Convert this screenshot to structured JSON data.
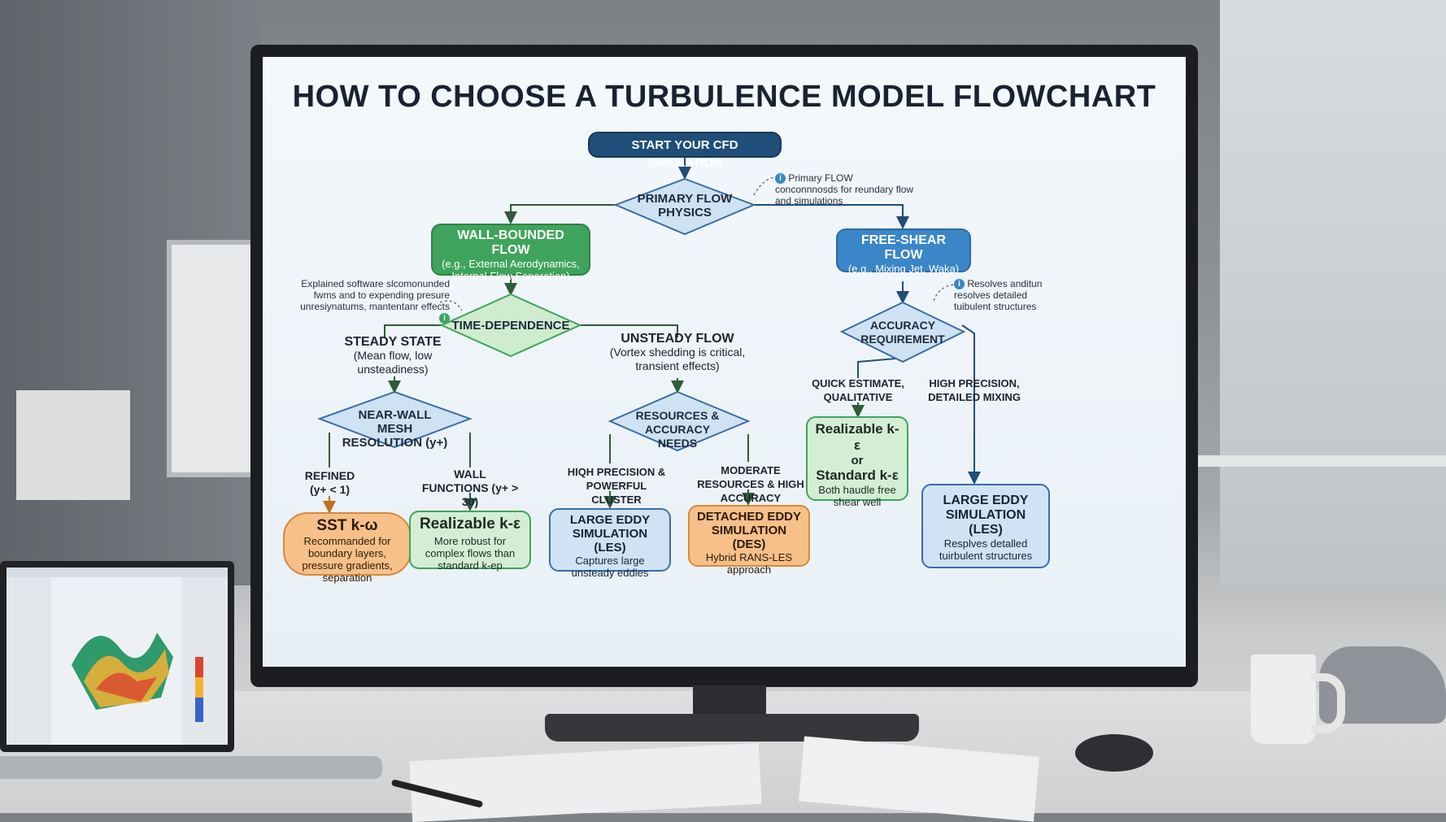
{
  "flowchart": {
    "title": "HOW TO CHOOSE A TURBULENCE MODEL FLOWCHART",
    "start": "START YOUR CFD SIMULATION",
    "primary_flow": "PRIMARY FLOW PHYSICS",
    "primary_note": "Primary FLOW conconnnosds for reundary flow and simulations",
    "wall_bounded": {
      "title": "WALL-BOUNDED FLOW",
      "sub": "(e.g., External Aerodynamics, Internal Flow Separation)"
    },
    "free_shear": {
      "title": "FREE-SHEAR FLOW",
      "sub": "(e.g., Mixing Jet, Waka)"
    },
    "time_note": "Explained software slcomonunded fwms and to expending presure unresiynatums, mantentanr effects",
    "time_dependence": "TIME-DEPENDENCE",
    "steady": {
      "title": "STEADY STATE",
      "sub": "(Mean flow, low unsteadiness)"
    },
    "unsteady": {
      "title": "UNSTEADY FLOW",
      "sub": "(Vortex shedding is critical, transient effects)"
    },
    "near_wall": "NEAR-WALL MESH RESOLUTION (y+)",
    "refined": "REFINED (y+ < 1)",
    "wall_functions": "WALL FUNCTIONS (y+ > 30)",
    "resources": "RESOURCES & ACCURACY NEEDS",
    "high_precision_cluster": "HIQH PRECISION & POWERFUL CLUSTER",
    "moderate": "MODERATE RESOURCES & HIGH ACCURACY",
    "accuracy_requirement": "ACCURACY REQUIREMENT",
    "accuracy_note": "Resolves anditun resolves detailed tuibulent structures",
    "quick_estimate": "QUICK ESTIMATE, QUALITATIVE",
    "high_precision_mixing": "HIGH PRECISION, DETAILED MIXING",
    "sst": {
      "title": "SST k-ω",
      "sub": "Recommanded for boundary layers, pressure gradients, separation"
    },
    "realizable_wall": {
      "title": "Realizable k-ε",
      "sub": "More robust for complex flows than standard k-ep"
    },
    "les_center": {
      "title": "LARGE EDDY SIMULATION (LES)",
      "sub": "Captures large unsteady eddies"
    },
    "des": {
      "title": "DETACHED EDDY SIMULATION (DES)",
      "sub": "Hybrid RANS-LES approach"
    },
    "realizable_shear": {
      "title1": "Realizable k-ε",
      "or": "or",
      "title2": "Standard k-ε",
      "sub": "Both haudle free shear well"
    },
    "les_right": {
      "title": "LARGE EDDY SIMULATION (LES)",
      "sub": "Resplves detalled tuirbulent structures"
    },
    "info_glyph": "i"
  },
  "colors": {
    "navy": "#1f4e79",
    "blue_node": "#3a86c8",
    "green_node": "#3fa45b",
    "diamond_blue": "#cfe2f3",
    "diamond_green": "#cfeccf",
    "orange_node": "#f7c089",
    "light_blue": "#cfe3f5",
    "light_green": "#d4eed6",
    "arrow_green": "#2f6a3c",
    "arrow_orange": "#c0701f"
  }
}
